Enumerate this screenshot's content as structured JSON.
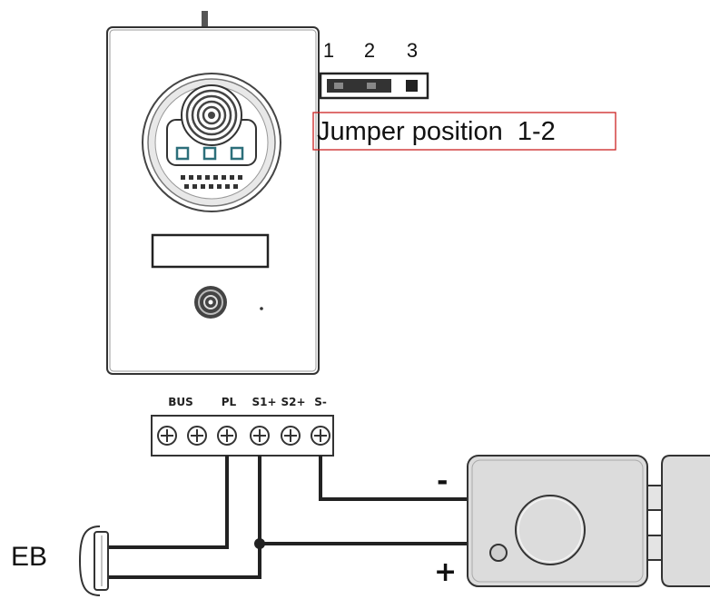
{
  "jumper": {
    "numbers": [
      "1",
      "2",
      "3"
    ],
    "label": "Jumper position  1-2"
  },
  "terminals": [
    "BUS",
    "PL",
    "S1+",
    "S2+",
    "S-"
  ],
  "lock": {
    "minus": "-",
    "plus": "+"
  },
  "button": {
    "label": "EB"
  },
  "colors": {
    "stroke": "#222222",
    "panel_fill": "#ffffff",
    "lock_fill": "#dcdcdc",
    "jumper_box": "#cc2222"
  }
}
